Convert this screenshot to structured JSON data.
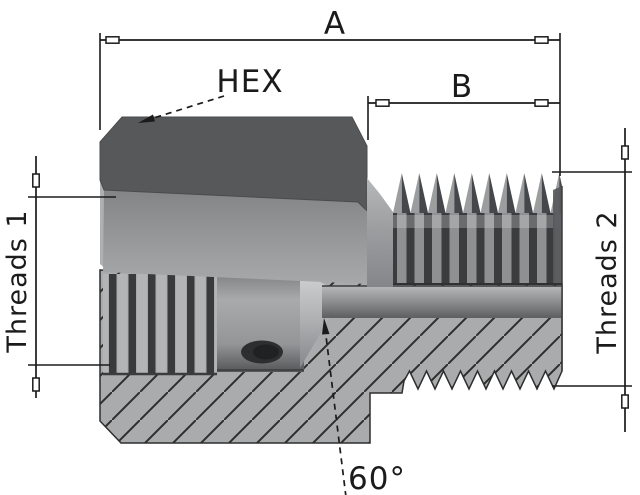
{
  "drawing": {
    "dim_a": {
      "label": "A"
    },
    "dim_b": {
      "label": "B"
    },
    "dim_threads1": {
      "label": "Threads 1"
    },
    "dim_threads2": {
      "label": "Threads 2"
    },
    "callout_hex": {
      "label": "HEX"
    },
    "callout_angle": {
      "label": "60°"
    },
    "colors": {
      "background": "#ffffff",
      "line": "#1b1b1b",
      "hex_top_face": "#57585a",
      "hex_front_bottom": "#a4a6a8",
      "section_fill": "#a9abad",
      "thread_groove": "#3a3c3e",
      "hole": "#2c2e30"
    }
  }
}
